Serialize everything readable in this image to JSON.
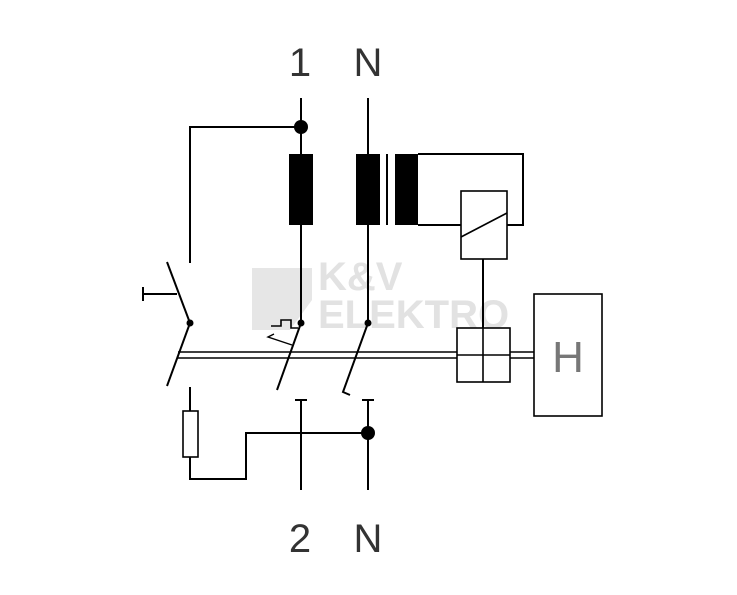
{
  "terminals": {
    "top_phase": "1",
    "top_neutral": "N",
    "bottom_phase": "2",
    "bottom_neutral": "N"
  },
  "block_h": {
    "label": "H"
  },
  "watermark": {
    "line1": "K&V",
    "line2": "ELEKTRO"
  },
  "colors": {
    "line": "#000000",
    "watermark": "#e2e2e2"
  }
}
